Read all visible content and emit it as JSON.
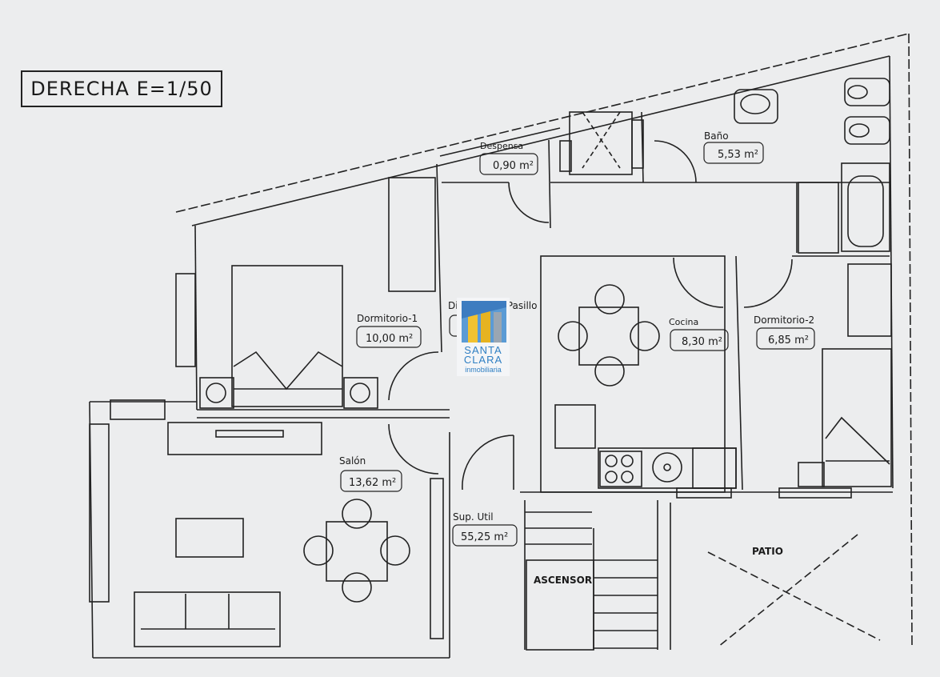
{
  "title": "DERECHA E=1/50",
  "rooms": [
    {
      "name": "Dormitorio-1",
      "area": "10,00 m²"
    },
    {
      "name": "Despensa",
      "area": "0,90 m²"
    },
    {
      "name": "Baño",
      "area": "5,53 m²"
    },
    {
      "name": "Distribuidor-Pasillo",
      "area": "1"
    },
    {
      "name": "Cocina",
      "area": "8,30 m²"
    },
    {
      "name": "Dormitorio-2",
      "area": "6,85 m²"
    },
    {
      "name": "Salón",
      "area": "13,62 m²"
    }
  ],
  "sup_util": {
    "label": "Sup. Util",
    "value": "55,25 m²"
  },
  "ascensor": "ASCENSOR",
  "patio": "PATIO",
  "logo": {
    "line1": "SANTA",
    "line2": "CLARA",
    "line3": "inmobiliaria",
    "color": "#2f7fc3"
  }
}
